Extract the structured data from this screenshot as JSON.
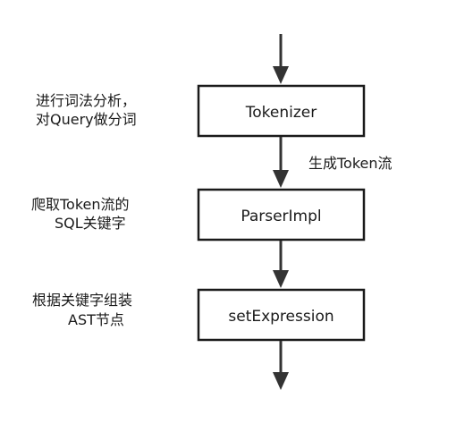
{
  "nodes": [
    {
      "id": "tokenizer",
      "label": "Tokenizer"
    },
    {
      "id": "parser",
      "label": "ParserImpl"
    },
    {
      "id": "setexpr",
      "label": "setExpression"
    }
  ],
  "edge_labels": {
    "tokenizer_to_parser": "生成Token流"
  },
  "notes": {
    "tokenizer": [
      "进行词法分析，",
      "对Query做分词"
    ],
    "parser": [
      "爬取Token流的",
      "SQL关键字"
    ],
    "setexpr": [
      "根据关键字组装",
      "AST节点"
    ]
  }
}
